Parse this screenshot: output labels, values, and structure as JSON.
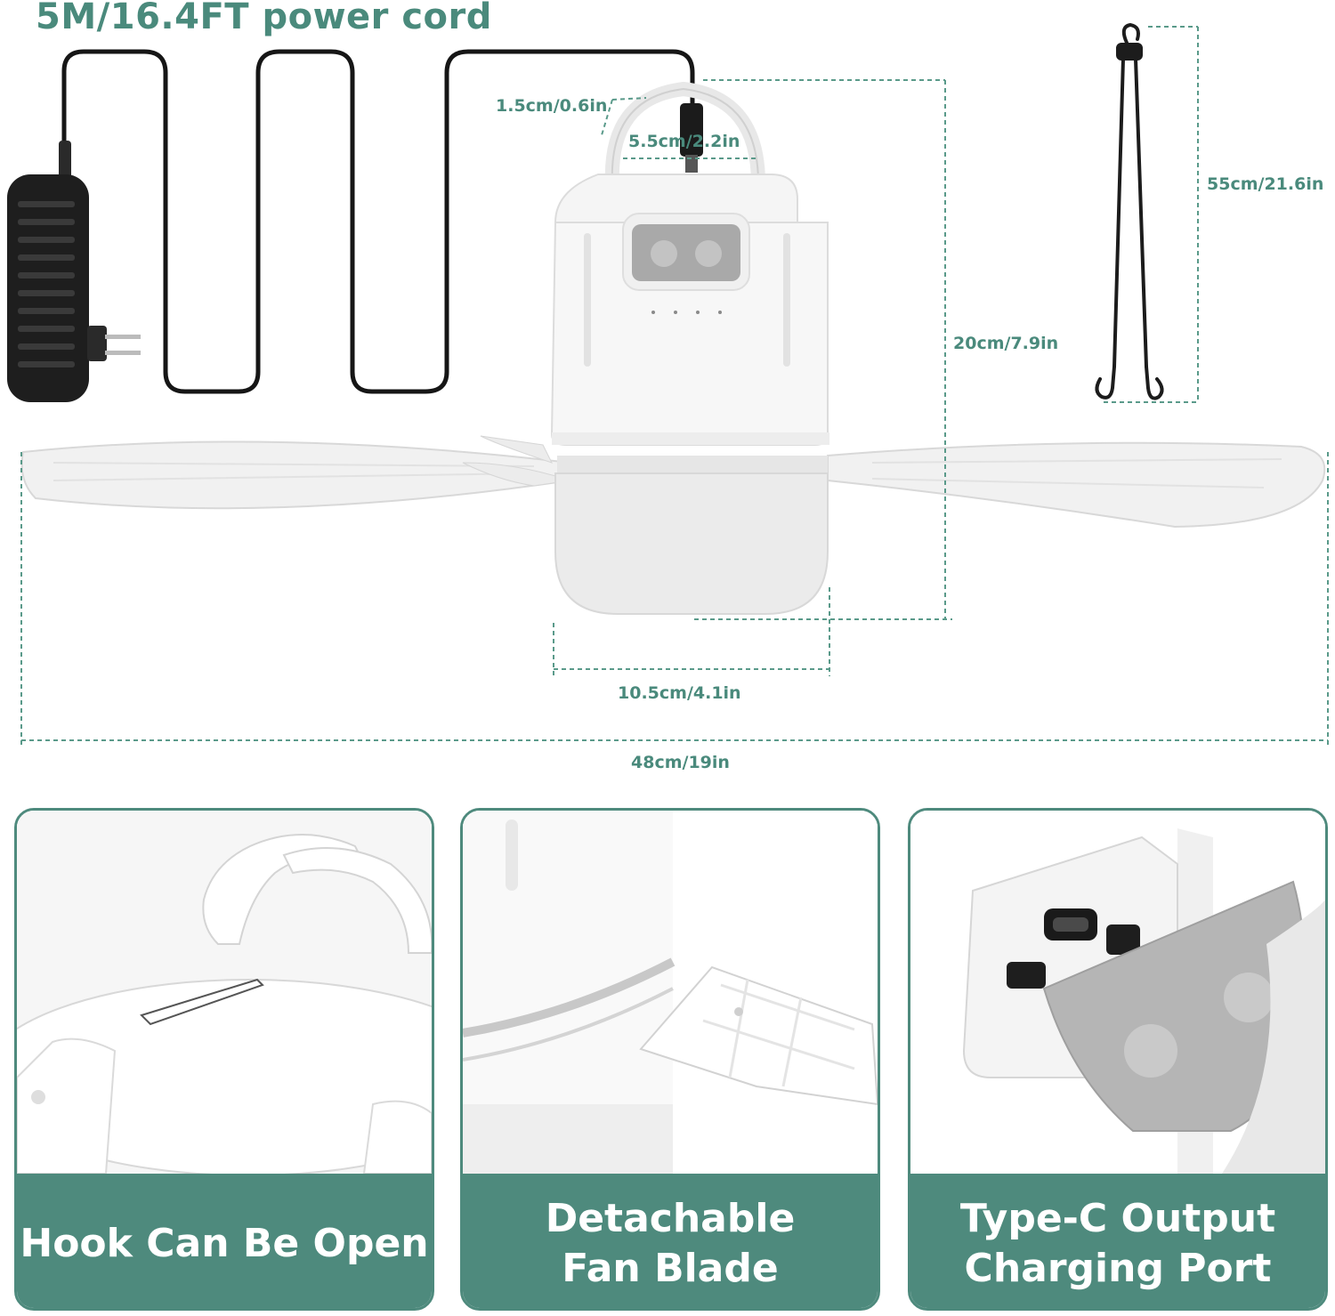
{
  "top": {
    "cord_title": "5M/16.4FT power cord",
    "dimensions": {
      "connector_depth": "1.5cm/0.6in",
      "handle_width": "5.5cm/2.2in",
      "hanger_length": "55cm/21.6in",
      "fan_height": "20cm/7.9in",
      "body_width": "10.5cm/4.1in",
      "blade_span": "48cm/19in"
    }
  },
  "panels": [
    {
      "caption": "Hook Can Be Open"
    },
    {
      "caption": "Detachable\nFan Blade"
    },
    {
      "caption": "Type-C Output\nCharging Port"
    }
  ],
  "colors": {
    "accent": "#4e8a7d",
    "label": "#4a8a7c"
  }
}
